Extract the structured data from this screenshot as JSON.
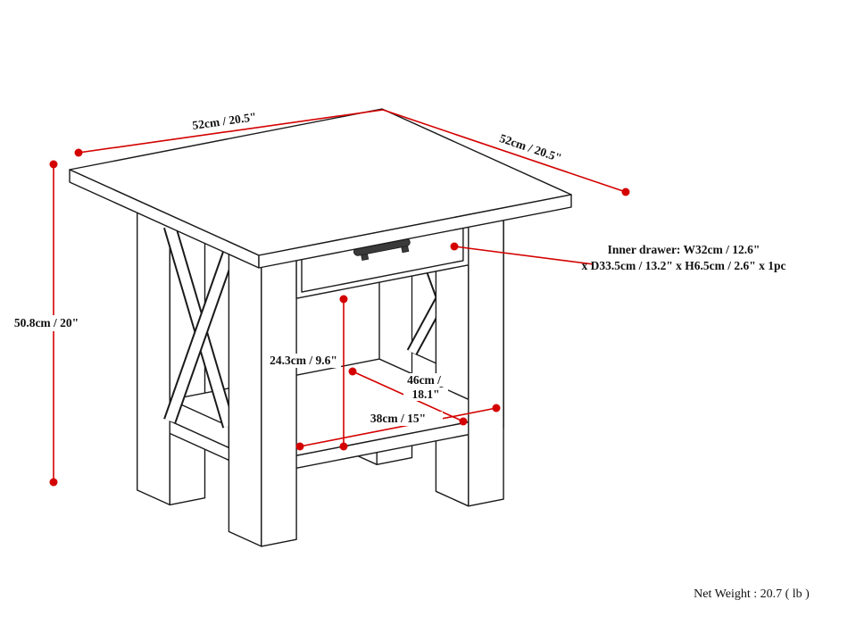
{
  "colors": {
    "line": "#1a1a1a",
    "dimension_red": "#d40000",
    "handle": "#3a3a3a",
    "background": "#ffffff"
  },
  "dimensions": {
    "top_width": "52cm / 20.5\"",
    "top_depth": "52cm / 20.5\"",
    "overall_height": "50.8cm / 20\"",
    "drawer_to_shelf": "24.3cm / 9.6\"",
    "shelf_depth_part1": "46cm /",
    "shelf_depth_part2": "18.1\"",
    "shelf_width": "38cm / 15\"",
    "drawer_note_line1": "Inner drawer: W32cm / 12.6\"",
    "drawer_note_line2": "x D33.5cm / 13.2\" x H6.5cm / 2.6\" x 1pc"
  },
  "footer": {
    "net_weight": "Net Weight : 20.7 ( lb )"
  }
}
